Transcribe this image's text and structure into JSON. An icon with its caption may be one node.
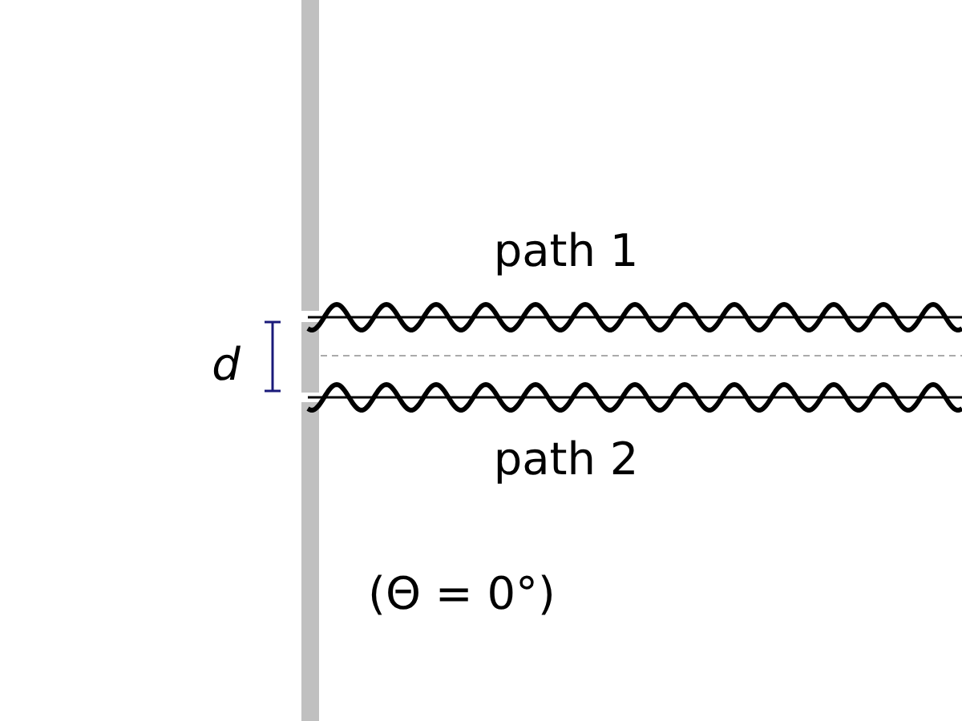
{
  "diagram": {
    "labels": [
      "path 1",
      "d",
      "path 2",
      "(Θ = 0°)"
    ]
  }
}
